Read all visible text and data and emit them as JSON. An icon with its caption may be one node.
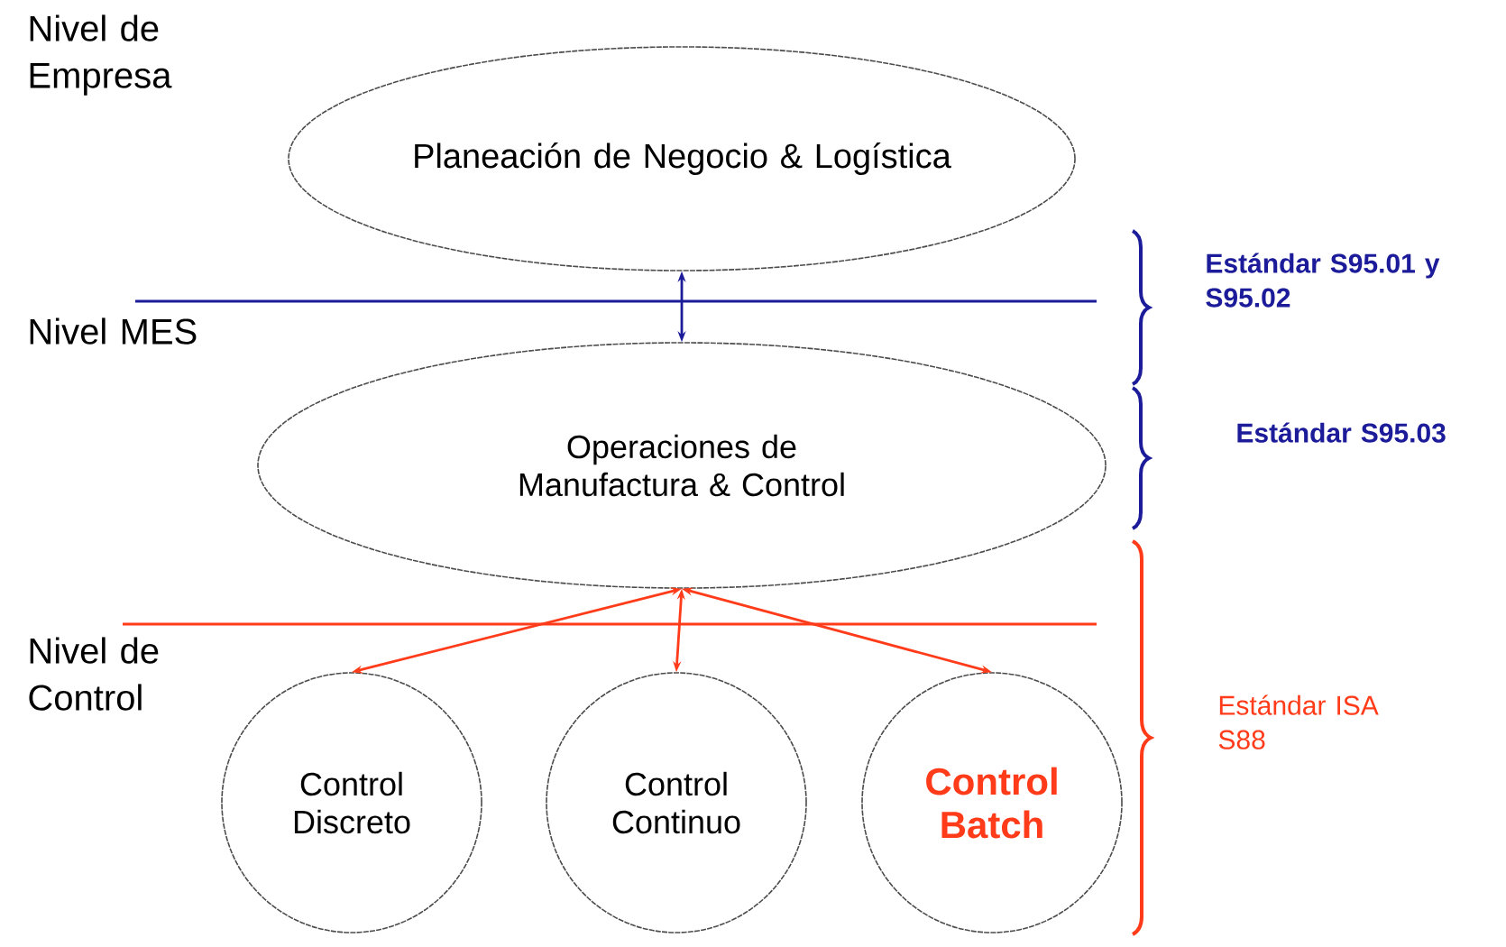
{
  "diagram": {
    "nodes": [
      {
        "text": [
          "Planeación de Negocio & Logística"
        ]
      },
      {
        "text": [
          "Operaciones de Manufactura & Control"
        ]
      },
      {
        "text": [
          "Control Discreto"
        ]
      },
      {
        "text": [
          "Control Continuo"
        ]
      },
      {
        "text": [
          "Control Batch"
        ]
      }
    ],
    "edges": [
      {
        "from": 0,
        "to": 1,
        "arrow": "both",
        "color": "#1c1c9a"
      },
      {
        "from": 1,
        "to": 2,
        "arrow": "both"
      },
      {
        "from": 1,
        "to": 3,
        "arrow": "both"
      },
      {
        "from": 1,
        "to": 4,
        "arrow": "both"
      }
    ],
    "labels": [
      "Nivel de Empresa",
      "Estándar S95.01 y S95.02",
      "Nivel MES",
      "Estándar S95.03",
      "Nivel de Control",
      "Estándar ISA S88"
    ]
  }
}
